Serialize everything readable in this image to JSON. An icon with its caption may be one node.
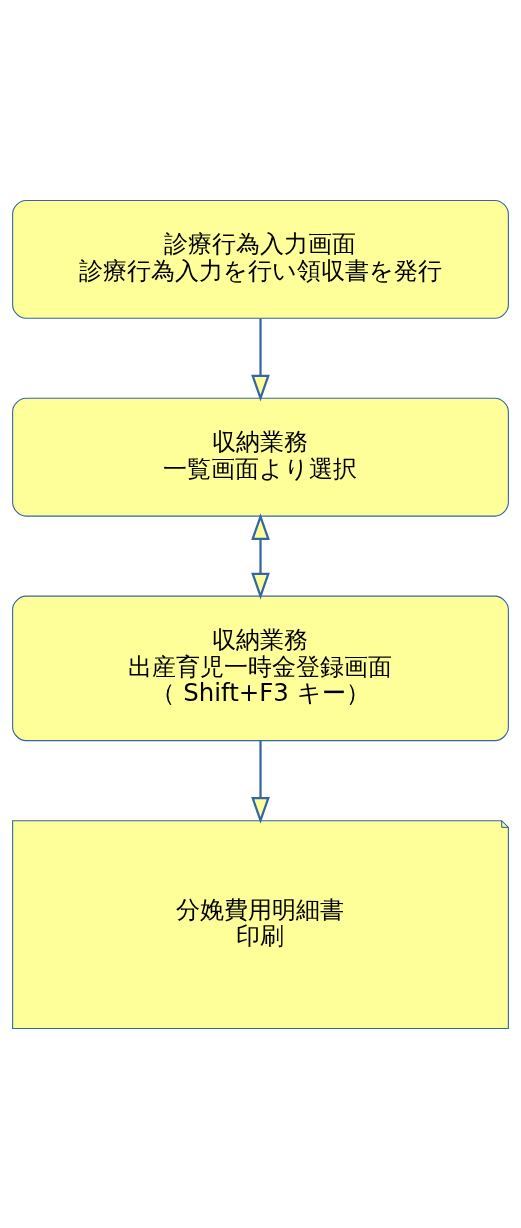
{
  "diagram": {
    "nodes": [
      {
        "text": [
          "診療行為入力画面",
          "診療行為入力を行い領収書を発行"
        ]
      },
      {
        "text": [
          "収納業務",
          "一覧画面より選択"
        ]
      },
      {
        "text": [
          "収納業務",
          "出産育児一時金登録画面",
          "（ Shift+F3 キー）"
        ]
      },
      {
        "text": [
          "分娩費用明細書",
          "印刷"
        ]
      }
    ],
    "edges": [
      {
        "from": 0,
        "to": 1,
        "arrow": "to"
      },
      {
        "from": 1,
        "to": 2,
        "arrow": "both"
      },
      {
        "from": 2,
        "to": 3,
        "arrow": "to"
      }
    ]
  }
}
